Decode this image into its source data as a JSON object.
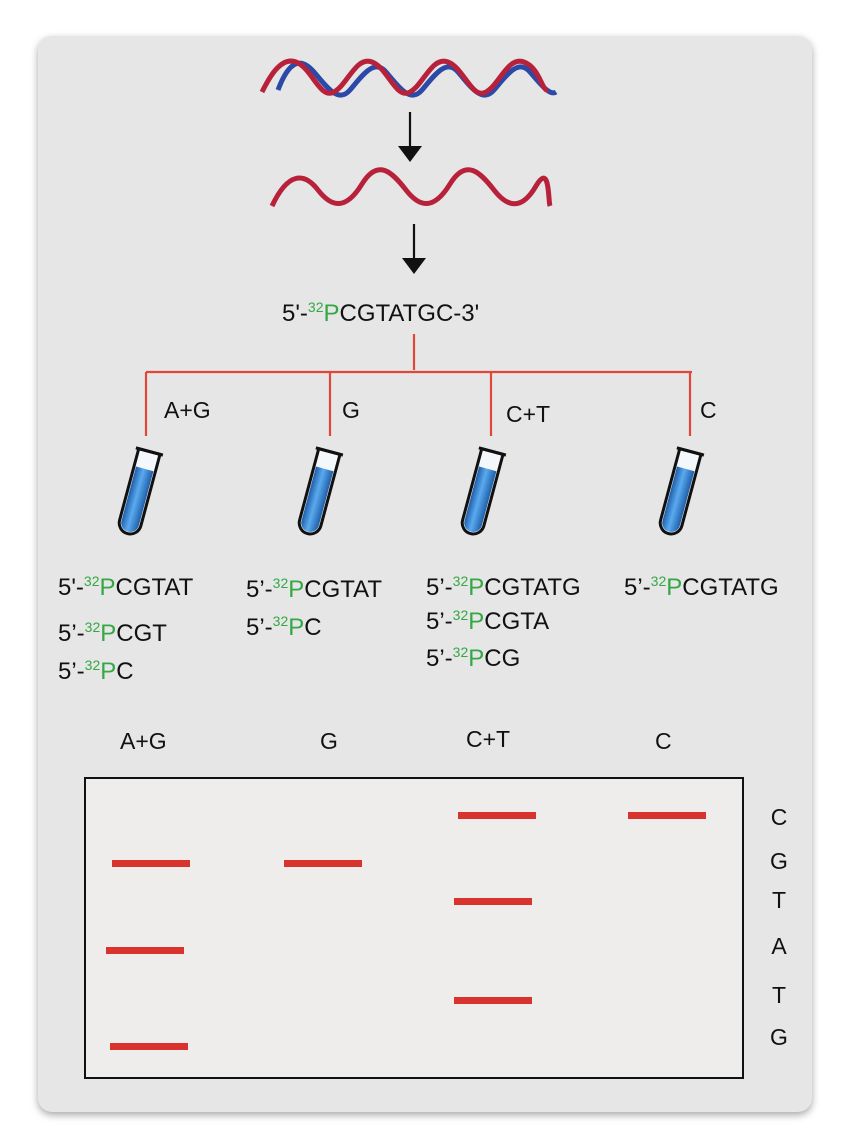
{
  "colors": {
    "strand_red": "#b8213a",
    "strand_blue": "#2a4aa8",
    "branch_red": "#e0473a",
    "band_red": "#d9332e",
    "label_green": "#33a844",
    "tube_blue": "#3a8ad8"
  },
  "top_sequence": {
    "prefix": "5'-",
    "isotope": "32",
    "p": "P",
    "rest": "CGTATGC-3'"
  },
  "branches": [
    {
      "id": "ag",
      "label": "A+G"
    },
    {
      "id": "g",
      "label": "G"
    },
    {
      "id": "ct",
      "label": "C+T"
    },
    {
      "id": "c",
      "label": "C"
    }
  ],
  "fragments": {
    "ag": [
      {
        "prefix": "5'-",
        "isotope": "32",
        "p": "P",
        "rest": "CGTAT"
      },
      {
        "prefix": "5’-",
        "isotope": "32",
        "p": "P",
        "rest": "CGT"
      },
      {
        "prefix": "5’-",
        "isotope": "32",
        "p": "P",
        "rest": "C"
      }
    ],
    "g": [
      {
        "prefix": "5’-",
        "isotope": "32",
        "p": "P",
        "rest": "CGTAT"
      },
      {
        "prefix": "5’-",
        "isotope": "32",
        "p": "P",
        "rest": "C"
      }
    ],
    "ct": [
      {
        "prefix": "5’-",
        "isotope": "32",
        "p": "P",
        "rest": "CGTATG"
      },
      {
        "prefix": "5’-",
        "isotope": "32",
        "p": "P",
        "rest": "CGTA"
      },
      {
        "prefix": "5’-",
        "isotope": "32",
        "p": "P",
        "rest": "CG"
      }
    ],
    "c": [
      {
        "prefix": "5’-",
        "isotope": "32",
        "p": "P",
        "rest": "CGTATG"
      }
    ]
  },
  "gel": {
    "lanes": [
      "A+G",
      "G",
      "C+T",
      "C"
    ],
    "read_sequence": [
      "C",
      "G",
      "T",
      "A",
      "T",
      "G"
    ],
    "bands": [
      {
        "lane": "C+T",
        "base_index": 0
      },
      {
        "lane": "C",
        "base_index": 0
      },
      {
        "lane": "A+G",
        "base_index": 1
      },
      {
        "lane": "G",
        "base_index": 1
      },
      {
        "lane": "C+T",
        "base_index": 2
      },
      {
        "lane": "A+G",
        "base_index": 3
      },
      {
        "lane": "C+T",
        "base_index": 4
      },
      {
        "lane": "A+G",
        "base_index": 5
      }
    ]
  }
}
